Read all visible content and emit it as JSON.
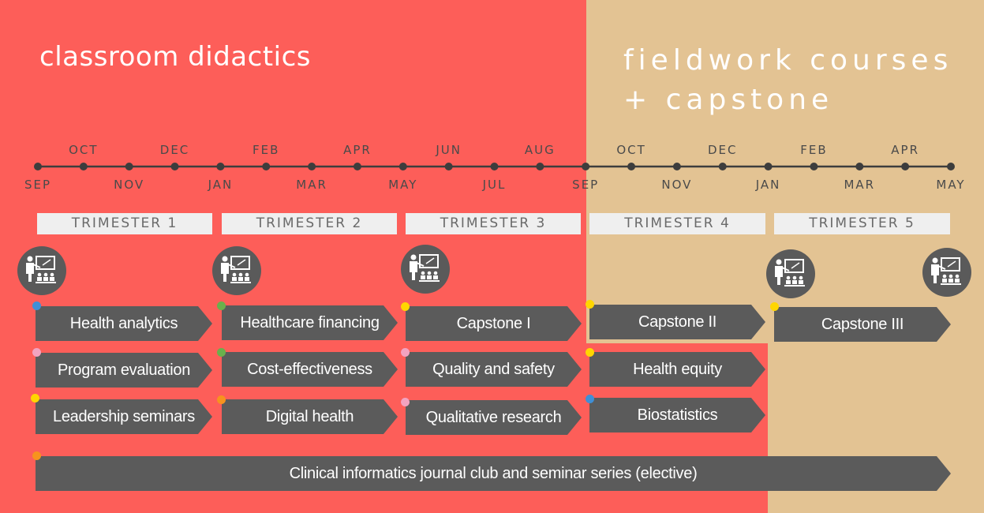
{
  "headings": {
    "classroom": "classroom didactics",
    "fieldwork": "fieldwork courses + capstone"
  },
  "colors": {
    "classroom_bg": "#fd5e59",
    "fieldwork_bg": "#e3c393",
    "course_box": "#5b5b5b",
    "dot_blue": "#3f8fd6",
    "dot_green": "#6ab04c",
    "dot_pink": "#f2a3c0",
    "dot_yellow": "#ffd600",
    "dot_orange": "#f7931e"
  },
  "timeline": {
    "upper_months": [
      "OCT",
      "DEC",
      "FEB",
      "APR",
      "JUN",
      "AUG",
      "OCT",
      "DEC",
      "FEB",
      "APR"
    ],
    "lower_months": [
      "SEP",
      "NOV",
      "JAN",
      "MAR",
      "MAY",
      "JUL",
      "SEP",
      "NOV",
      "JAN",
      "MAR",
      "MAY"
    ]
  },
  "trimesters": [
    "TRIMESTER 1",
    "TRIMESTER 2",
    "TRIMESTER 3",
    "TRIMESTER 4",
    "TRIMESTER 5"
  ],
  "teaching_icon": "classroom-teacher-icon",
  "courses": {
    "t1": [
      "Health analytics",
      "Program evaluation",
      "Leadership seminars"
    ],
    "t2": [
      "Healthcare financing",
      "Cost-effectiveness",
      "Digital health"
    ],
    "t3": [
      "Capstone I",
      "Quality and safety",
      "Qualitative research"
    ],
    "t4": [
      "Capstone II",
      "Health equity",
      "Biostatistics"
    ],
    "t5": [
      "Capstone III"
    ],
    "elective": "Clinical informatics journal club and seminar series (elective)"
  }
}
